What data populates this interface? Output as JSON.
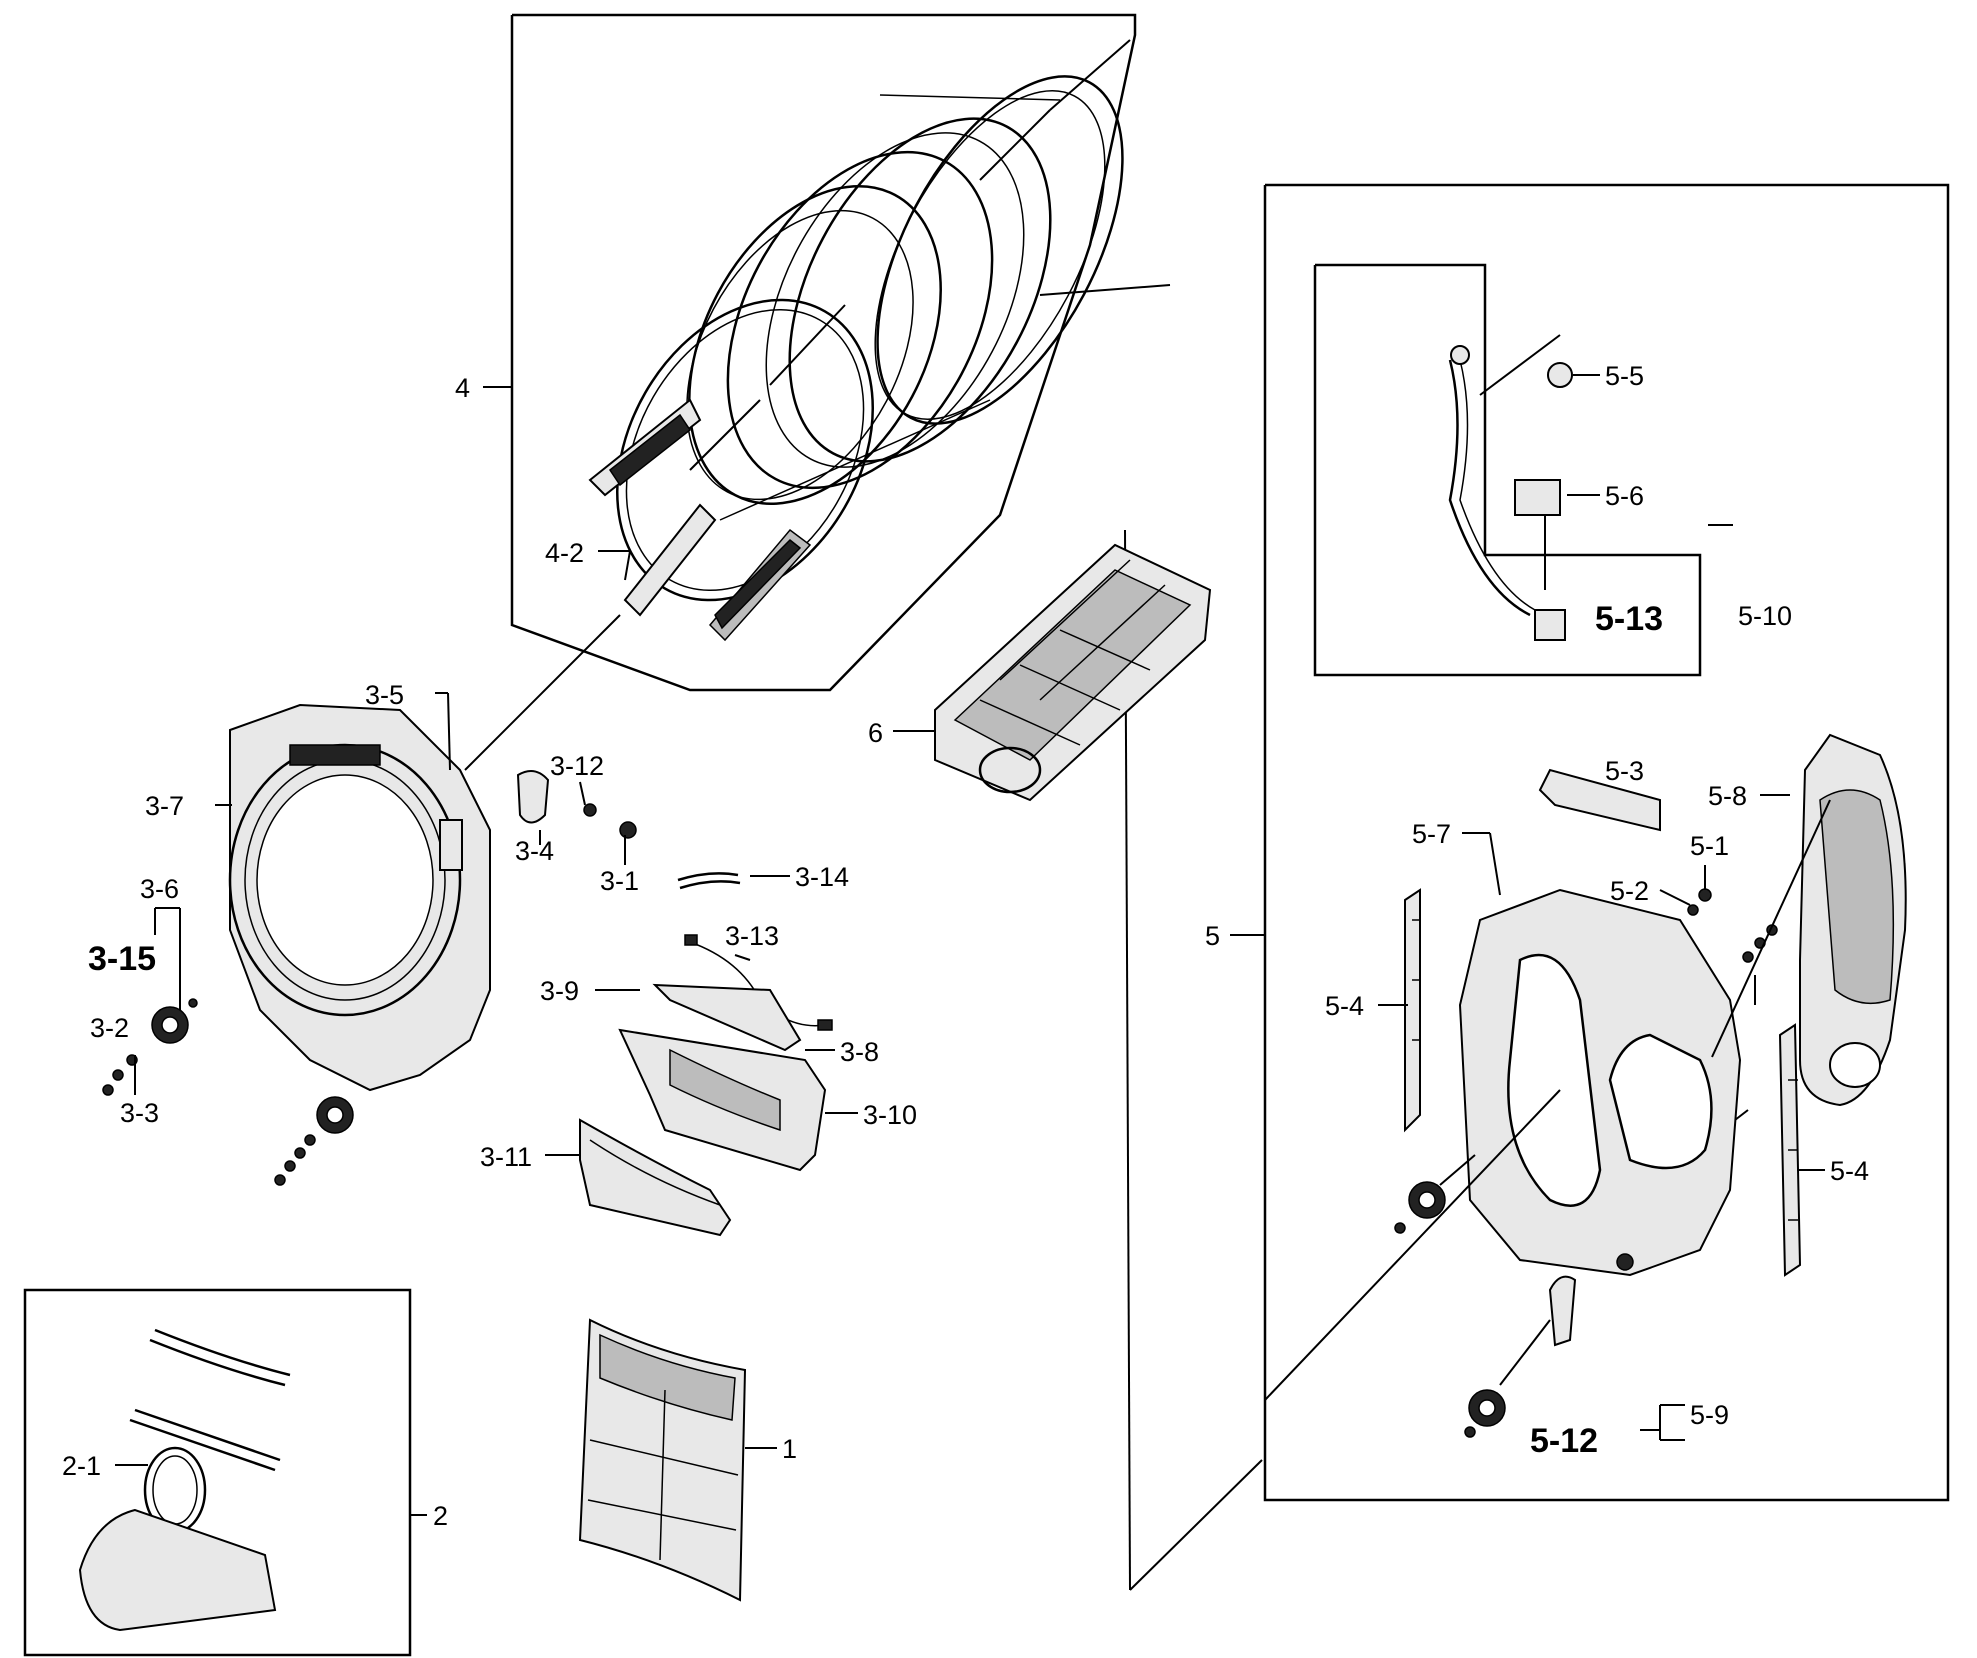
{
  "labels": {
    "p1": "1",
    "p2": "2",
    "p2_1": "2-1",
    "p3_1": "3-1",
    "p3_2": "3-2",
    "p3_3": "3-3",
    "p3_4": "3-4",
    "p3_5": "3-5",
    "p3_6": "3-6",
    "p3_7": "3-7",
    "p3_8": "3-8",
    "p3_9": "3-9",
    "p3_10": "3-10",
    "p3_11": "3-11",
    "p3_12": "3-12",
    "p3_13": "3-13",
    "p3_14": "3-14",
    "p3_15": "3-15",
    "p4": "4",
    "p4_2": "4-2",
    "p5": "5",
    "p5_1": "5-1",
    "p5_2": "5-2",
    "p5_3": "5-3",
    "p5_4a": "5-4",
    "p5_4b": "5-4",
    "p5_5": "5-5",
    "p5_6": "5-6",
    "p5_7": "5-7",
    "p5_8": "5-8",
    "p5_9": "5-9",
    "p5_10": "5-10",
    "p5_12": "5-12",
    "p5_13": "5-13",
    "p6": "6"
  }
}
